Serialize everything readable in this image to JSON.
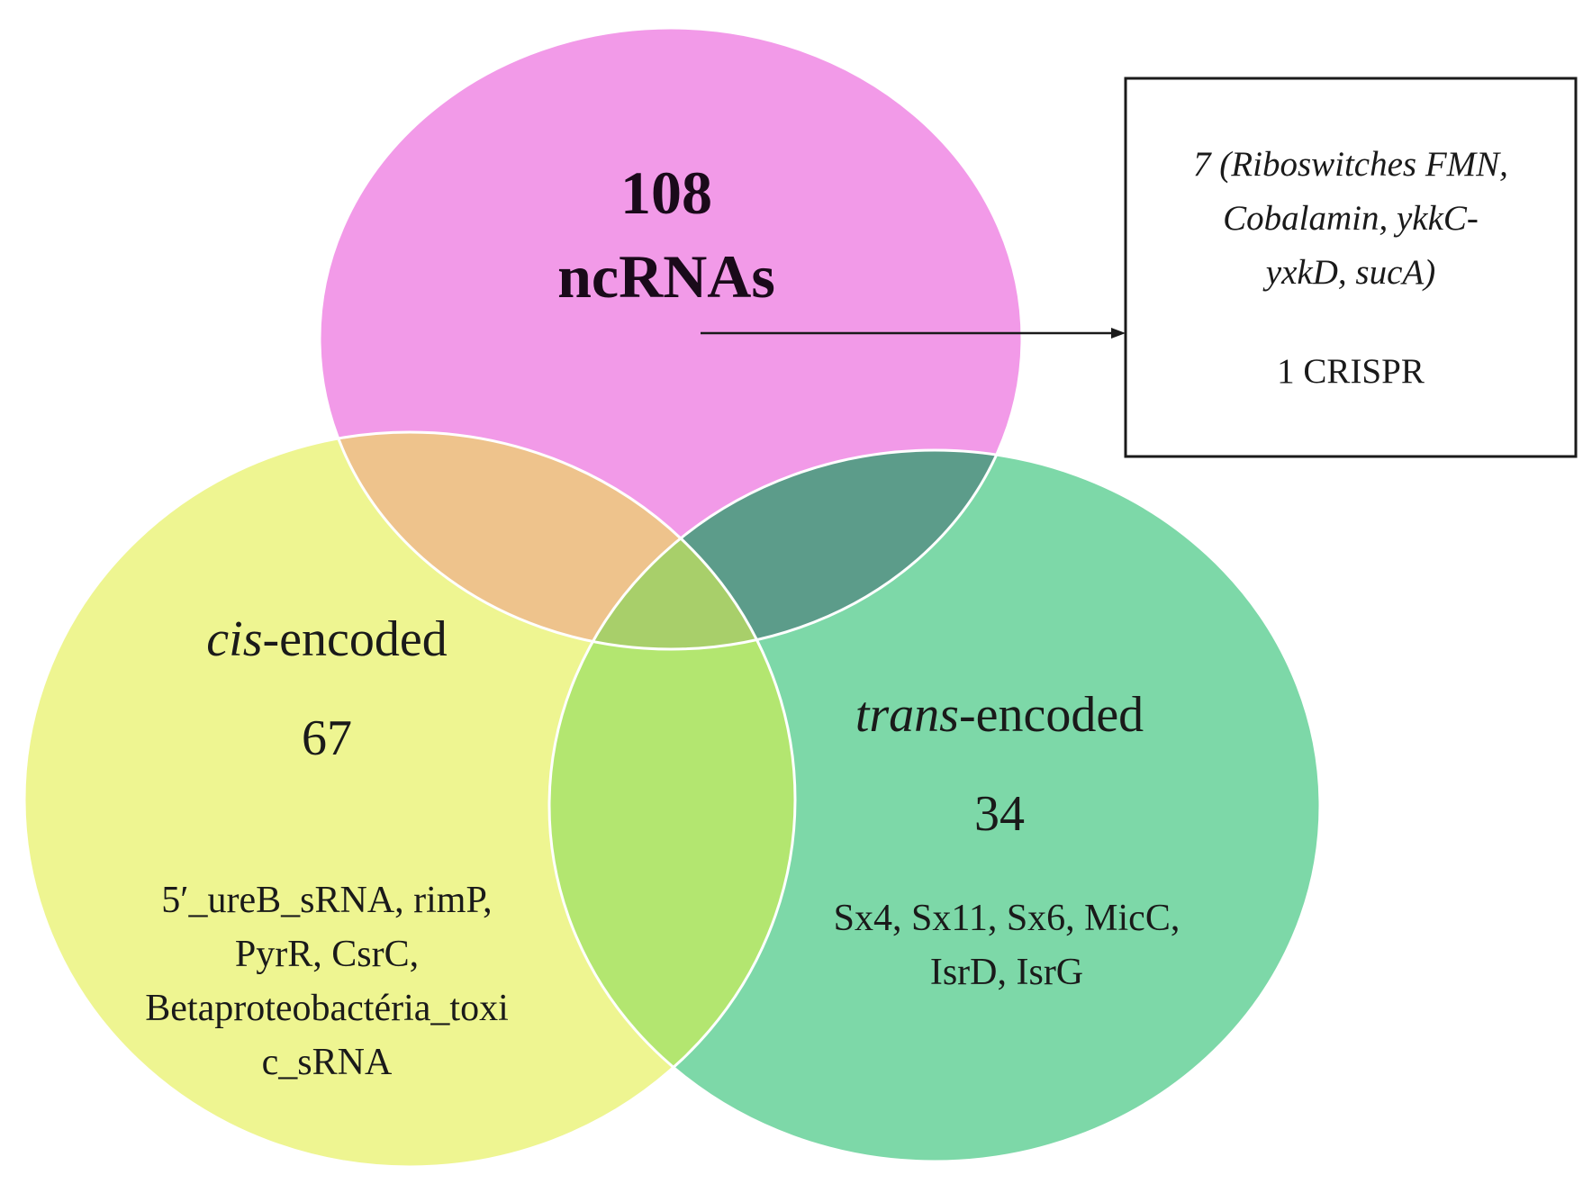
{
  "colors": {
    "ncrnas_circle": "#f29ae8",
    "cis_circle": "#eef591",
    "trans_circle": "#7dd8a8",
    "cis_ncrnas_overlap": "#eec38c",
    "trans_ncrnas_overlap": "#5c9c8a",
    "cis_trans_overlap": "#b3e670",
    "center_overlap": "#a8cf6a",
    "outline": "#ffffff",
    "box_border": "#1a1a1a",
    "arrow": "#1a1a1a"
  },
  "total_set": {
    "count": "108",
    "label": "ncRNAs"
  },
  "cis_set": {
    "label_italic": "cis",
    "label_rest": "-encoded",
    "count": "67",
    "items_lines": [
      "5′_ureB_sRNA, rimP,",
      "PyrR, CsrC,",
      "Betaproteobactéria_toxi",
      "c_sRNA"
    ]
  },
  "trans_set": {
    "label_italic": "trans",
    "label_rest": "-encoded",
    "count": "34",
    "items_lines": [
      "Sx4, Sx11, Sx6, MicC,",
      "IsrD, IsrG"
    ]
  },
  "callout_box": {
    "italic_lines": [
      "7 (Riboswitches FMN,",
      "Cobalamin, ykkC-",
      "yxkD, sucA)"
    ],
    "crispr_line": "1 CRISPR"
  }
}
